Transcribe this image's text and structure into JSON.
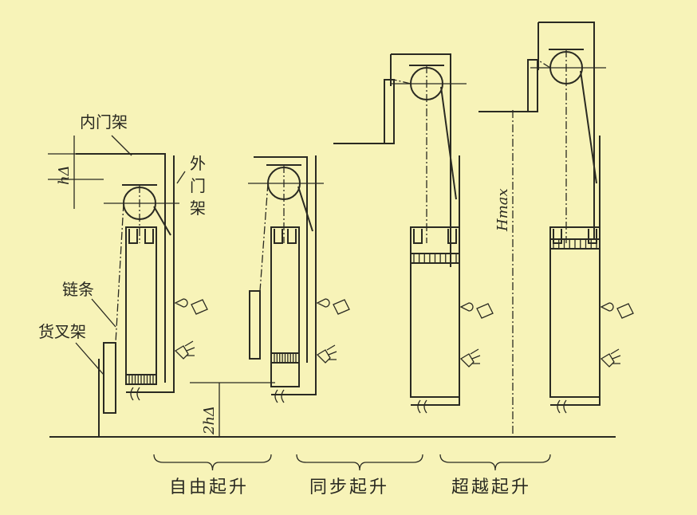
{
  "labels": {
    "inner_mast": "内门架",
    "outer_mast": [
      "外",
      "门",
      "架"
    ],
    "chain": "链条",
    "fork_carriage": "货叉架",
    "h_delta": "hΔ",
    "two_h_delta": "2hΔ",
    "h_max": "Hmax"
  },
  "stages": [
    {
      "caption": "自由起升"
    },
    {
      "caption": "同步起升"
    },
    {
      "caption": "超越起升"
    }
  ],
  "colors": {
    "background": "#f7f3b8",
    "ink": "#2a2a22"
  }
}
